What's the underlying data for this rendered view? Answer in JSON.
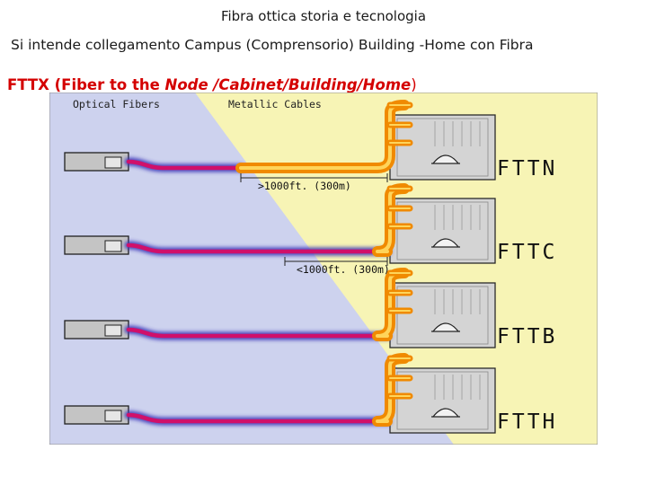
{
  "page": {
    "title": "Fibra ottica storia e tecnologia",
    "subtitle": "Si intende collegamento  Campus (Comprensorio) Building -Home con Fibra",
    "heading": {
      "lead": "FTTX (Fiber to the ",
      "italic": "Node /Cabinet/Building/Home",
      "tail": ")"
    }
  },
  "diagram": {
    "region_labels": {
      "left": "Optical Fibers",
      "right": "Metallic Cables"
    },
    "rows": [
      {
        "label": "FTTN",
        "distance": ">1000ft. (300m)"
      },
      {
        "label": "FTTC",
        "distance": "<1000ft. (300m)"
      },
      {
        "label": "FTTB",
        "distance": ""
      },
      {
        "label": "FTTH",
        "distance": ""
      }
    ],
    "colors": {
      "fiber_zone": "#cdd2ee",
      "metallic_zone": "#f7f4b5",
      "fiber_cable": "#d0106a",
      "fiber_glow": "#3a35b8",
      "copper_cable": "#f08a00",
      "copper_highlight": "#ffd45a",
      "heading_red": "#d40000"
    }
  }
}
